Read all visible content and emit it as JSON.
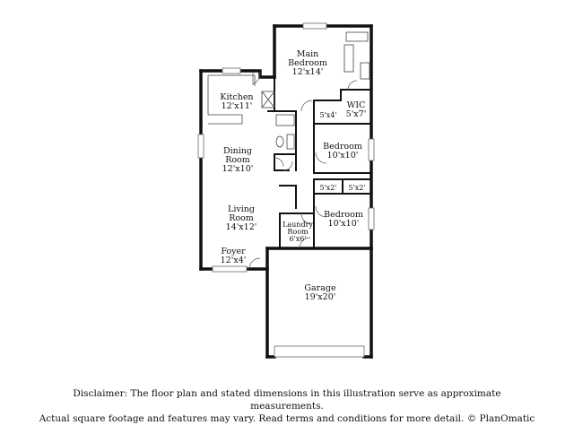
{
  "rooms": {
    "main_bedroom": {
      "name_line1": "Main",
      "name_line2": "Bedroom",
      "dims": "12'x14'"
    },
    "kitchen": {
      "name": "Kitchen",
      "dims": "12'x11'"
    },
    "bath_small": {
      "dims": "5'x4'"
    },
    "wic": {
      "name": "WIC",
      "dims": "5'x7'"
    },
    "dining": {
      "name_line1": "Dining",
      "name_line2": "Room",
      "dims": "12'x10'"
    },
    "bedroom_upper": {
      "name": "Bedroom",
      "dims": "10'x10'"
    },
    "closet_left": {
      "dims": "5'x2'"
    },
    "closet_right": {
      "dims": "5'x2'"
    },
    "living": {
      "name_line1": "Living",
      "name_line2": "Room",
      "dims": "14'x12'"
    },
    "bedroom_lower": {
      "name": "Bedroom",
      "dims": "10'x10'"
    },
    "laundry": {
      "name_line1": "Laundry",
      "name_line2": "Room",
      "dims": "6'x6'"
    },
    "foyer": {
      "name": "Foyer",
      "dims": "12'x4'"
    },
    "garage": {
      "name": "Garage",
      "dims": "19'x20'"
    }
  },
  "disclaimer": {
    "line1": "Disclaimer: The floor plan and stated dimensions in this illustration serve as approximate measurements.",
    "line2": "Actual square footage and features may vary. Read terms and conditions for more detail. © PlanOmatic"
  }
}
